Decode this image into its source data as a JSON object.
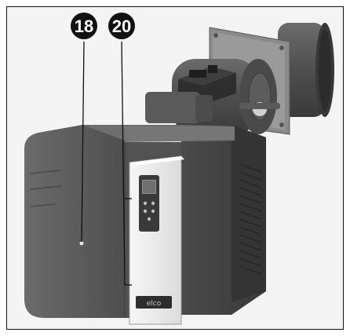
{
  "callouts": [
    {
      "number": "18",
      "target": "burner-housing-cover"
    },
    {
      "number": "20",
      "target": "control-panel-door"
    }
  ],
  "control_panel": {
    "logo_text": "elco"
  },
  "colors": {
    "housing": "#5e5e5e",
    "housing_dark": "#4a4a4a",
    "panel": "#eeeeee",
    "mechanics": "#3c3c3c",
    "callout_fill": "#111111",
    "frame_border": "#111111"
  }
}
